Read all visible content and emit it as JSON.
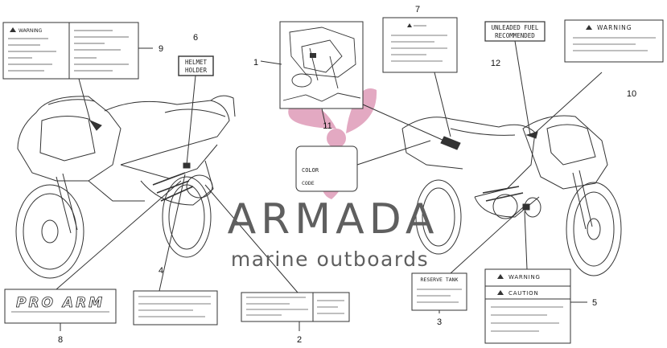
{
  "callouts": {
    "c1": "1",
    "c2": "2",
    "c3": "3",
    "c4": "4",
    "c5": "5",
    "c6": "6",
    "c7": "7",
    "c8": "8",
    "c9": "9",
    "c10": "10",
    "c11": "11",
    "c12": "12"
  },
  "labels": {
    "helmet_holder_line1": "HELMET",
    "helmet_holder_line2": "HOLDER",
    "unleaded_line1": "UNLEADED  FUEL",
    "unleaded_line2": "RECOMMENDED",
    "warning": "WARNING",
    "caution": "CAUTION",
    "color_line1": "COLOR",
    "color_line2": "CODE",
    "reserve_tank": "RESERVE TANK",
    "pro_arm": "PRO ARM"
  },
  "watermark": {
    "brand": "ARMADA",
    "tagline": "marine outboards",
    "logo_color": "#e3a9c2",
    "text_color": "#5f5f5f"
  }
}
